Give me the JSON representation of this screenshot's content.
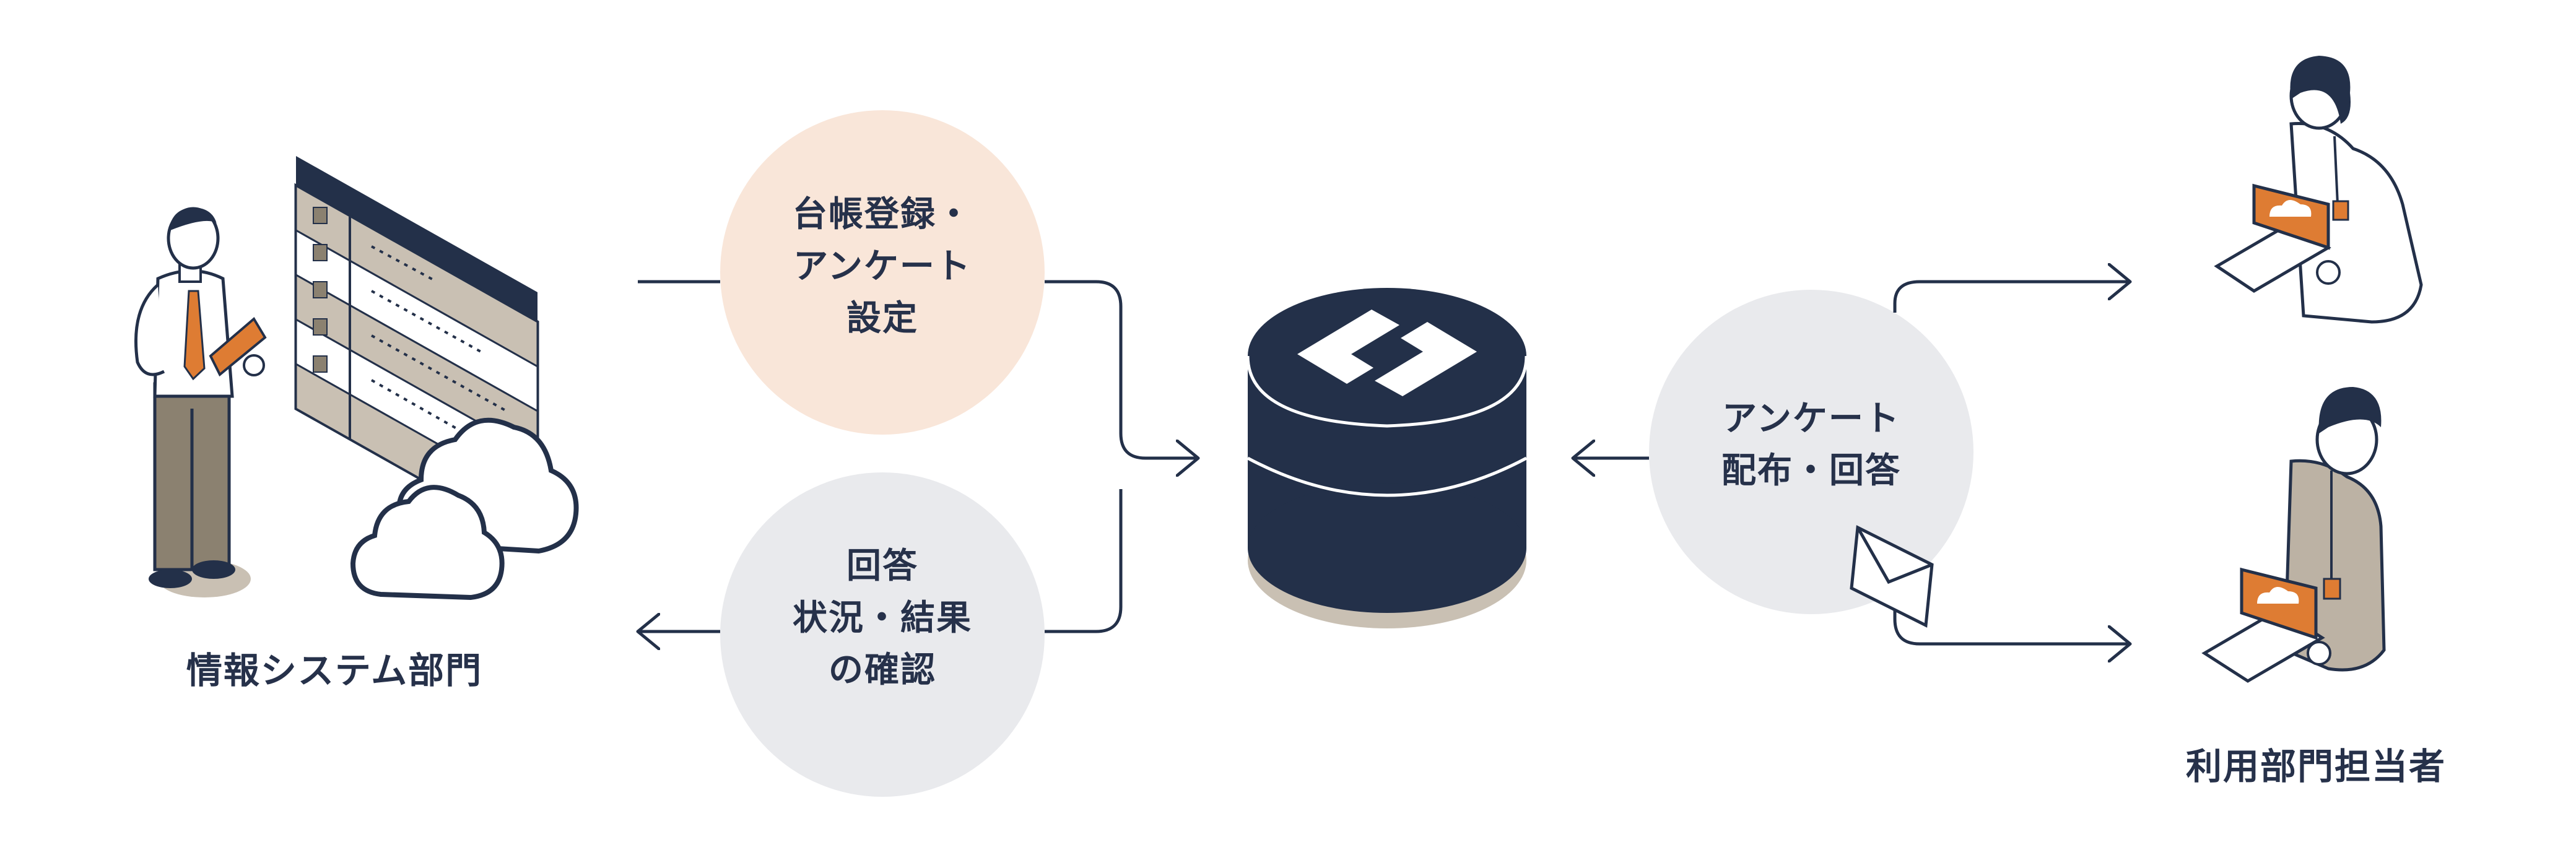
{
  "colors": {
    "navy": "#233049",
    "peach": "#f9e6d9",
    "grey": "#e9eaed",
    "orange": "#de7c33",
    "taupe": "#bcb2a4",
    "khaki": "#8b8170"
  },
  "it_dept_label": "情報システム部門",
  "users_label": "利用部門担当者",
  "step_register": [
    "台帳登録・",
    "アンケート",
    "設定"
  ],
  "step_confirm": [
    "回答",
    "状況・結果",
    "の確認"
  ],
  "step_distribute": [
    "アンケート",
    "配布・回答"
  ],
  "icons": [
    "it-staff-icon",
    "server-rack-icon",
    "cloud-icon",
    "database-icon",
    "envelope-icon",
    "user-laptop-icon"
  ]
}
